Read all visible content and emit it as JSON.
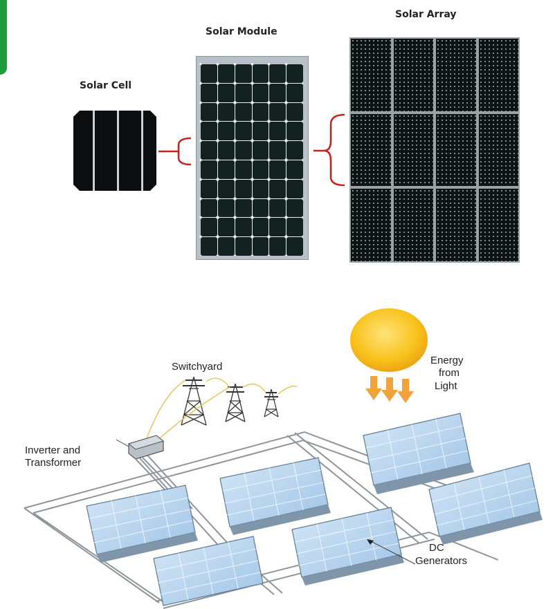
{
  "top_section": {
    "solar_cell_label": "Solar Cell",
    "solar_module_label": "Solar Module",
    "solar_array_label": "Solar Array"
  },
  "bottom_section": {
    "switchyard_label": "Switchyard",
    "energy_label_line1": "Energy",
    "energy_label_line2": "from",
    "energy_label_line3": "Light",
    "inverter_label_line1": "Inverter and",
    "inverter_label_line2": "Transformer",
    "dc_label_line1": "DC",
    "dc_label_line2": "Generators"
  },
  "colors": {
    "bracket": "#c8201c",
    "sun": "#f7c21a",
    "arrows": "#f2a23a",
    "panel_fill": "#bcd6ee",
    "accent_edge": "#1f9a3d"
  }
}
